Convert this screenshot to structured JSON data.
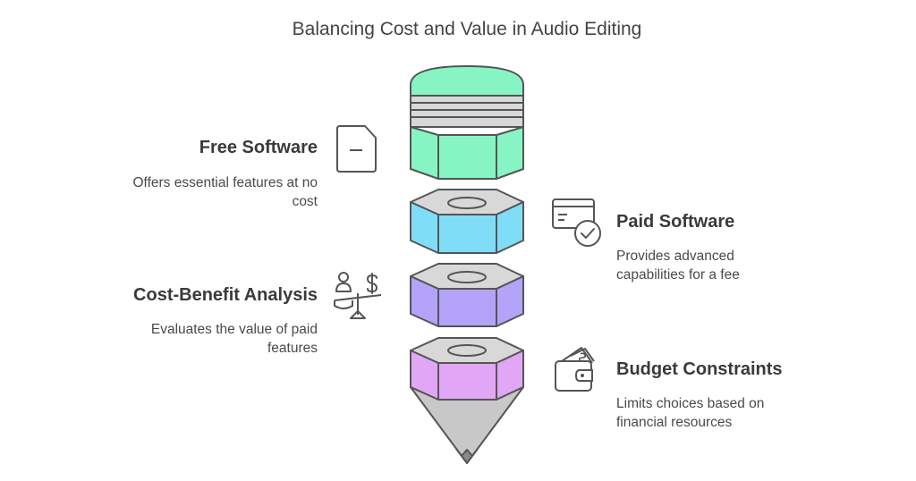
{
  "title": "Balancing Cost and Value in Audio Editing",
  "items": [
    {
      "label": "Free Software",
      "description": "Offers essential features at no cost",
      "icon": "document-icon",
      "color": "#86F5C3"
    },
    {
      "label": "Paid Software",
      "description": "Provides advanced capabilities for a fee",
      "icon": "credit-card-check-icon",
      "color": "#7FDDF8"
    },
    {
      "label": "Cost-Benefit Analysis",
      "description": "Evaluates the value of paid features",
      "icon": "balance-scale-icon",
      "color": "#B3A3F9"
    },
    {
      "label": "Budget Constraints",
      "description": "Limits choices based on financial resources",
      "icon": "wallet-icon",
      "color": "#E2A6F6"
    }
  ],
  "colors": {
    "outline": "#555555",
    "gray": "#D8D8D8",
    "tip": "#C8C8C8"
  }
}
